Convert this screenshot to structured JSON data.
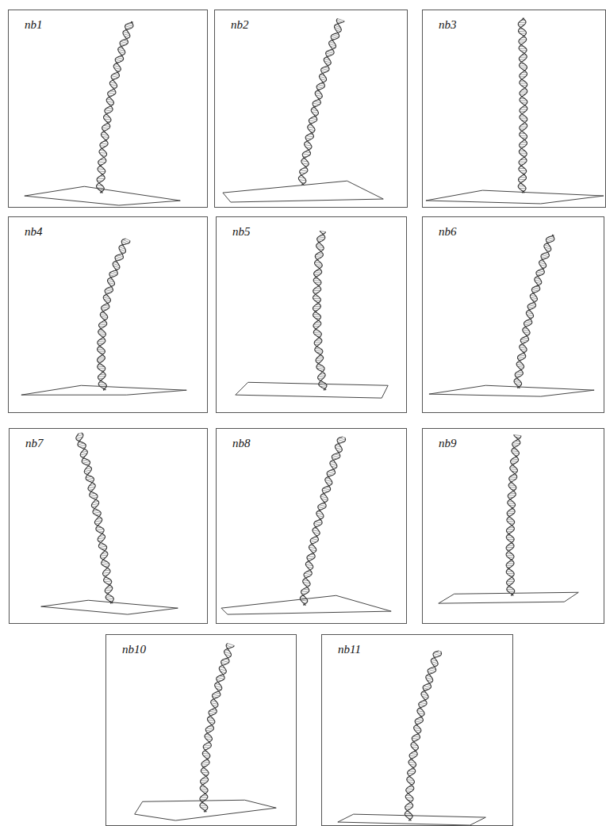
{
  "diagram": {
    "nodes": [
      {
        "text": [
          "nb1"
        ]
      },
      {
        "text": [
          "nb2"
        ]
      },
      {
        "text": [
          "nb3"
        ]
      },
      {
        "text": [
          "nb4"
        ]
      },
      {
        "text": [
          "nb5"
        ]
      },
      {
        "text": [
          "nb6"
        ]
      },
      {
        "text": [
          "nb7"
        ]
      },
      {
        "text": [
          "nb8"
        ]
      },
      {
        "text": [
          "nb9"
        ]
      },
      {
        "text": [
          "nb10"
        ]
      },
      {
        "text": [
          "nb11"
        ]
      }
    ]
  }
}
